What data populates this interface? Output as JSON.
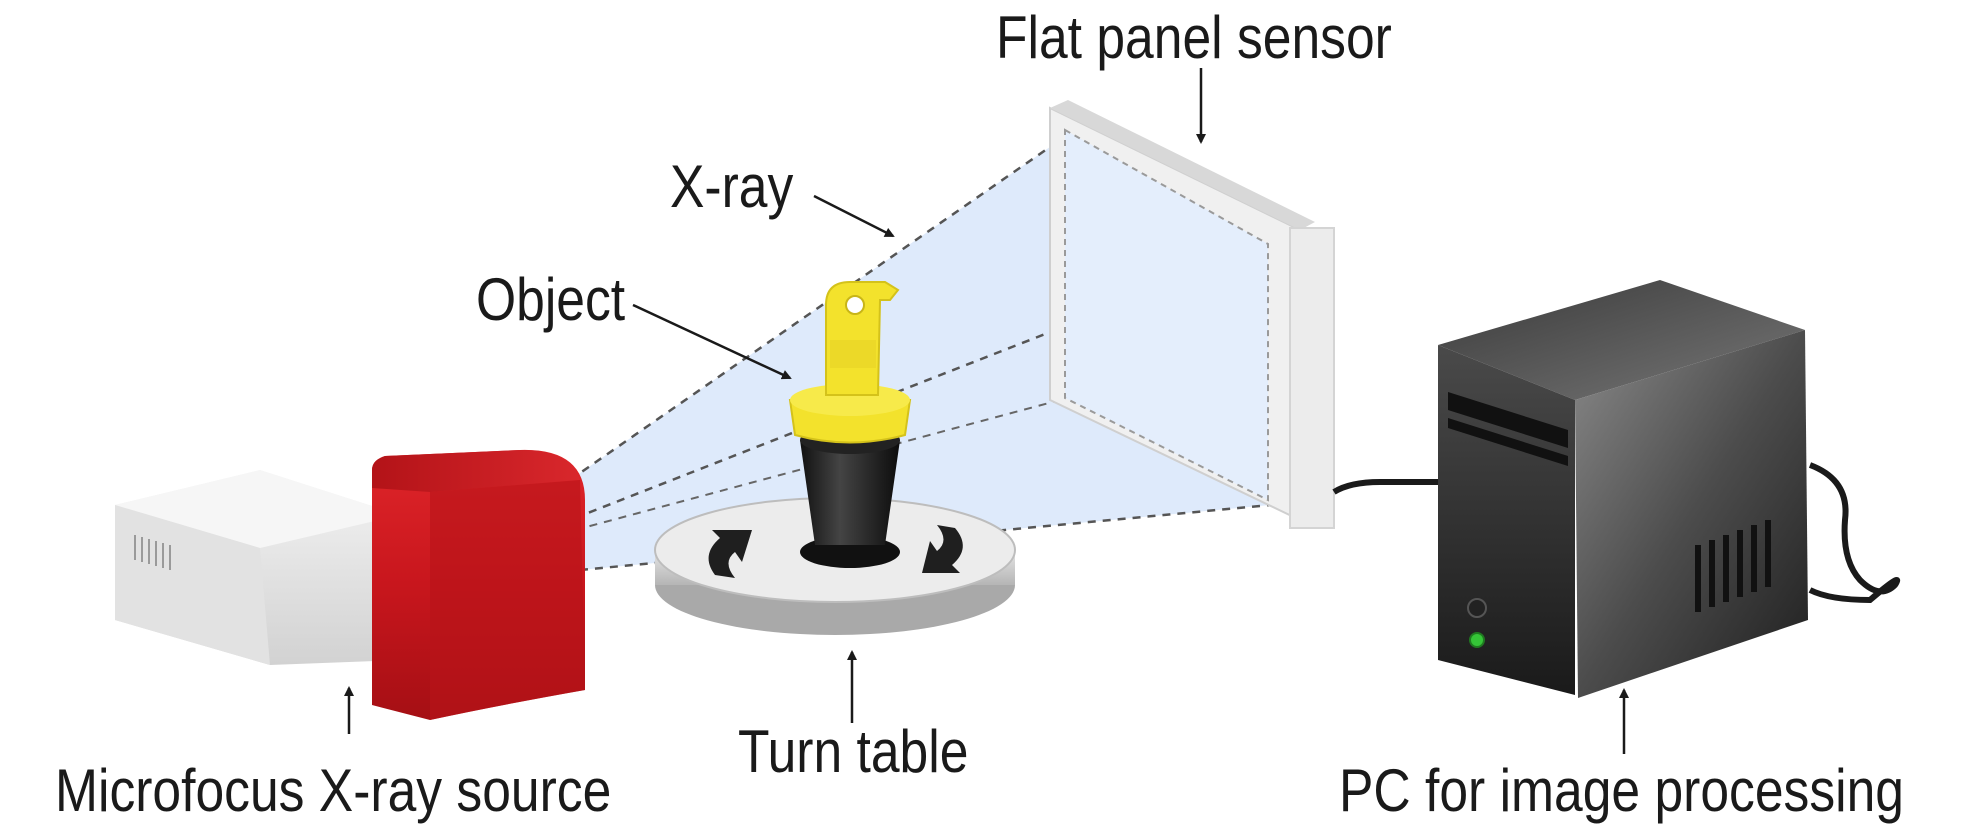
{
  "labels": {
    "flat_panel_sensor": "Flat panel sensor",
    "xray": "X-ray",
    "object": "Object",
    "microfocus_source": "Microfocus X-ray source",
    "turn_table": "Turn table",
    "pc": "PC for image processing"
  },
  "colors": {
    "beam": "#dce9fb",
    "source_red": "#c8161d",
    "object_yellow": "#f3e22c",
    "pc_dark": "#2a2a2a",
    "label_text": "#1a1a1a"
  }
}
